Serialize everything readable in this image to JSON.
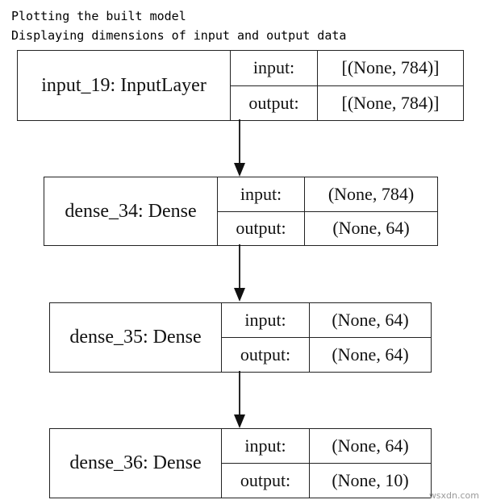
{
  "console": {
    "line1": "Plotting the built model",
    "line2": "Displaying dimensions of input and output data"
  },
  "nodes": [
    {
      "name": "input_19: InputLayer",
      "input_label": "input:",
      "input_value": "[(None, 784)]",
      "output_label": "output:",
      "output_value": "[(None, 784)]"
    },
    {
      "name": "dense_34: Dense",
      "input_label": "input:",
      "input_value": "(None, 784)",
      "output_label": "output:",
      "output_value": "(None, 64)"
    },
    {
      "name": "dense_35: Dense",
      "input_label": "input:",
      "input_value": "(None, 64)",
      "output_label": "output:",
      "output_value": "(None, 64)"
    },
    {
      "name": "dense_36: Dense",
      "input_label": "input:",
      "input_value": "(None, 64)",
      "output_label": "output:",
      "output_value": "(None, 10)"
    }
  ],
  "watermark": "wsxdn.com"
}
